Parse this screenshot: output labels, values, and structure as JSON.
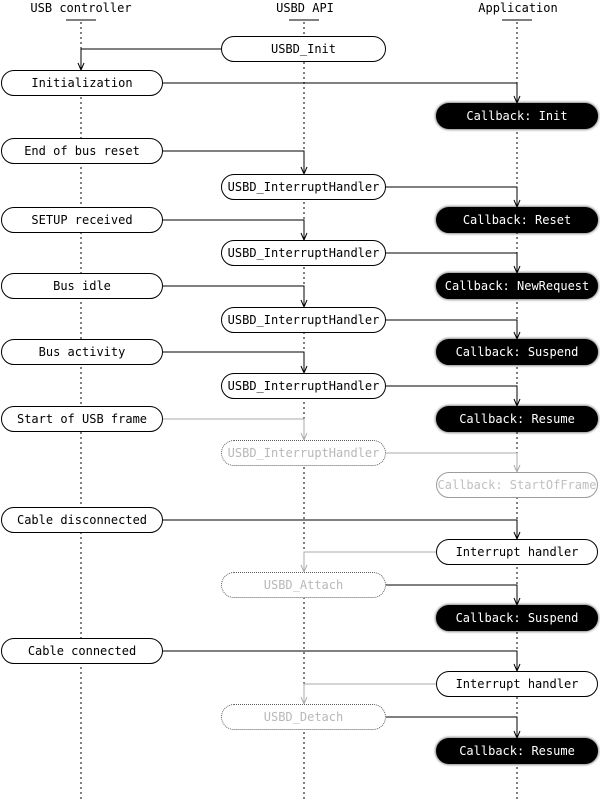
{
  "columns": [
    {
      "label": "USB controller"
    },
    {
      "label": "USBD API"
    },
    {
      "label": "Application"
    }
  ],
  "nodes": {
    "usbd_init": {
      "label": "USBD_Init"
    },
    "initialization": {
      "label": "Initialization"
    },
    "cb_init": {
      "label": "Callback: Init"
    },
    "end_of_bus_reset": {
      "label": "End of bus reset"
    },
    "ih1": {
      "label": "USBD_InterruptHandler"
    },
    "setup_received": {
      "label": "SETUP received"
    },
    "cb_reset": {
      "label": "Callback: Reset"
    },
    "ih2": {
      "label": "USBD_InterruptHandler"
    },
    "bus_idle": {
      "label": "Bus idle"
    },
    "cb_newrequest": {
      "label": "Callback: NewRequest"
    },
    "ih3": {
      "label": "USBD_InterruptHandler"
    },
    "bus_activity": {
      "label": "Bus activity"
    },
    "cb_suspend1": {
      "label": "Callback: Suspend"
    },
    "ih4": {
      "label": "USBD_InterruptHandler"
    },
    "start_of_usb_frame": {
      "label": "Start of USB frame"
    },
    "cb_resume1": {
      "label": "Callback: Resume"
    },
    "ih5": {
      "label": "USBD_InterruptHandler"
    },
    "cb_startofframe": {
      "label": "Callback: StartOfFrame"
    },
    "cable_disconnected": {
      "label": "Cable disconnected"
    },
    "int_handler1": {
      "label": "Interrupt handler"
    },
    "usbd_attach": {
      "label": "USBD_Attach"
    },
    "cb_suspend2": {
      "label": "Callback: Suspend"
    },
    "cable_connected": {
      "label": "Cable connected"
    },
    "int_handler2": {
      "label": "Interrupt handler"
    },
    "usbd_detach": {
      "label": "USBD_Detach"
    },
    "cb_resume2": {
      "label": "Callback: Resume"
    }
  },
  "colors": {
    "line": "#000000",
    "inactive_line": "#ababab",
    "inactive_text": "#b8b8b8",
    "inactive_dotted_border": "#5a5a5a",
    "inactive_solid_border": "#9c9c9c",
    "node_bg": "#ffffff",
    "callback_bg": "#000000",
    "callback_text": "#ffffff"
  }
}
